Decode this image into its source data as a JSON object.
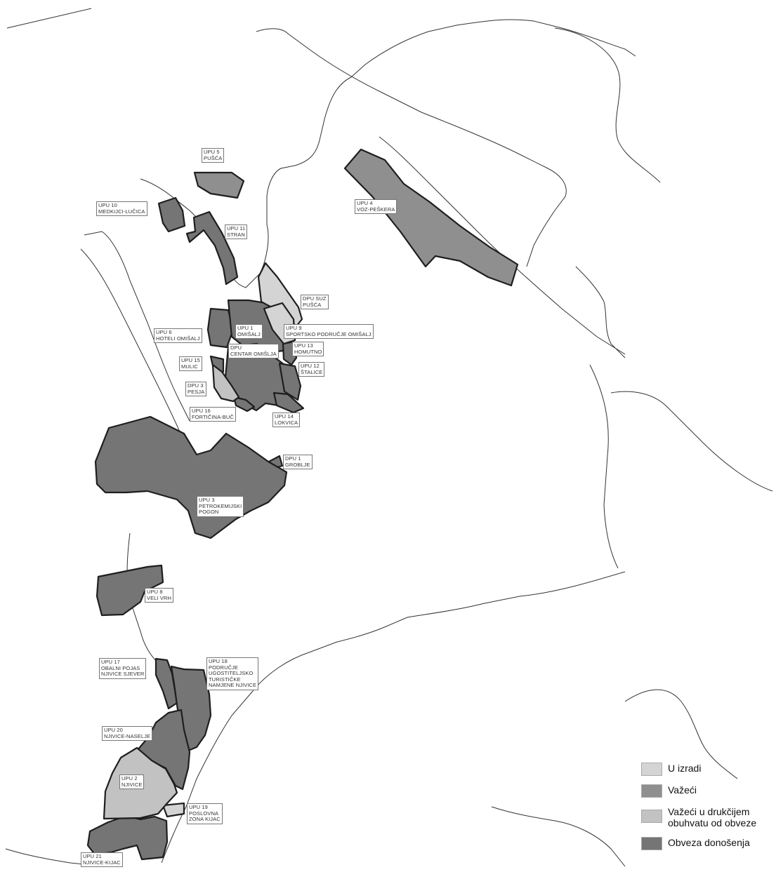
{
  "colors": {
    "u_izradi": "#d4d4d4",
    "vazeci": "#8f8f8f",
    "vazeci_drukciji": "#c2c2c2",
    "obveza": "#757575"
  },
  "legend": [
    {
      "key": "u_izradi",
      "text": "U izradi"
    },
    {
      "key": "vazeci",
      "text": "Važeći"
    },
    {
      "key": "vazeci_drukciji",
      "text": "Važeći u drukčijem obuhvatu od obveze"
    },
    {
      "key": "obveza",
      "text": "Obveza donošenja"
    }
  ],
  "labels": {
    "upu5": [
      "UPU 5",
      "PUŠĆA"
    ],
    "upu10": [
      "UPU 10",
      "MEDKIJCI-LUČICA"
    ],
    "upu11": [
      "UPU 11",
      "STRAN"
    ],
    "upu4": [
      "UPU 4",
      "VOZ-PEŠKERA"
    ],
    "dpusuz": [
      "DPU SUZ",
      "PUŠĆA"
    ],
    "upu6": [
      "UPU 6",
      "HOTELI OMIŠALJ"
    ],
    "upu1": [
      "UPU 1",
      "OMIŠALJ"
    ],
    "upu9": [
      "UPU 9",
      "SPORTSKO PODRUČJE OMIŠALJ"
    ],
    "dpucentar": [
      "DPU",
      "CENTAR OMIŠLJA"
    ],
    "upu13": [
      "UPU 13",
      "HOMUTNO"
    ],
    "upu15": [
      "UPU 15",
      "MULIC"
    ],
    "upu12": [
      "UPU 12",
      "ŠTALICE"
    ],
    "dpu3": [
      "DPU 3",
      "PESJA"
    ],
    "upu16": [
      "UPU 16",
      "FORTIČINA-BUČ"
    ],
    "upu14": [
      "UPU 14",
      "LOKVICA"
    ],
    "dpu1": [
      "DPU 1",
      "GROBLJE"
    ],
    "upu3": [
      "UPU 3",
      "PETROKEMIJSKI",
      "POGON"
    ],
    "upu8": [
      "UPU 8",
      "VELI VRH"
    ],
    "upu17": [
      "UPU 17",
      "OBALNI POJAS",
      "NJIVICE SJEVER"
    ],
    "upu18": [
      "UPU 18",
      "PODRUČJE",
      "UGOSTITELJSKO",
      "TURISTIČKE",
      "NAMJENE NJIVICE"
    ],
    "upu20": [
      "UPU 20",
      "NJIVICE-NASELJE"
    ],
    "upu2": [
      "UPU 2",
      "NJIVICE"
    ],
    "upu19": [
      "UPU 19",
      "POSLOVNA",
      "ZONA KIJAC"
    ],
    "upu21": [
      "UPU 21",
      "NJIVICE-KIJAC"
    ]
  }
}
